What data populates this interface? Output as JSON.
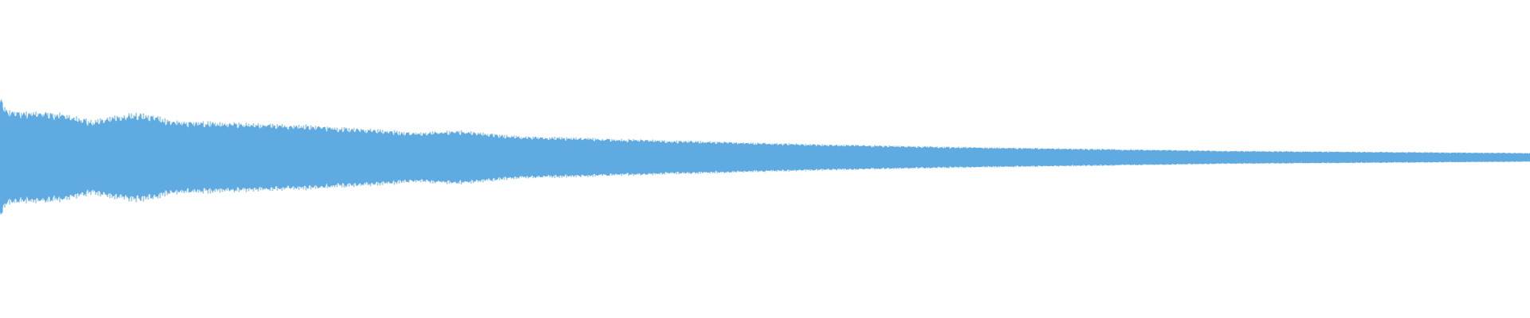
{
  "waveform": {
    "color": "#5faae0",
    "background": "#ffffff",
    "envelope": [
      {
        "t": 0.0,
        "level": 0.55
      },
      {
        "t": 0.005,
        "level": 0.42
      },
      {
        "t": 0.04,
        "level": 0.4
      },
      {
        "t": 0.06,
        "level": 0.33
      },
      {
        "t": 0.08,
        "level": 0.38
      },
      {
        "t": 0.09,
        "level": 0.4
      },
      {
        "t": 0.115,
        "level": 0.33
      },
      {
        "t": 0.15,
        "level": 0.31
      },
      {
        "t": 0.2,
        "level": 0.29
      },
      {
        "t": 0.26,
        "level": 0.24
      },
      {
        "t": 0.27,
        "level": 0.22
      },
      {
        "t": 0.3,
        "level": 0.24
      },
      {
        "t": 0.34,
        "level": 0.19
      },
      {
        "t": 0.42,
        "level": 0.16
      },
      {
        "t": 0.5,
        "level": 0.13
      },
      {
        "t": 0.6,
        "level": 0.1
      },
      {
        "t": 0.7,
        "level": 0.08
      },
      {
        "t": 0.8,
        "level": 0.06
      },
      {
        "t": 0.9,
        "level": 0.05
      },
      {
        "t": 1.0,
        "level": 0.04
      }
    ]
  }
}
